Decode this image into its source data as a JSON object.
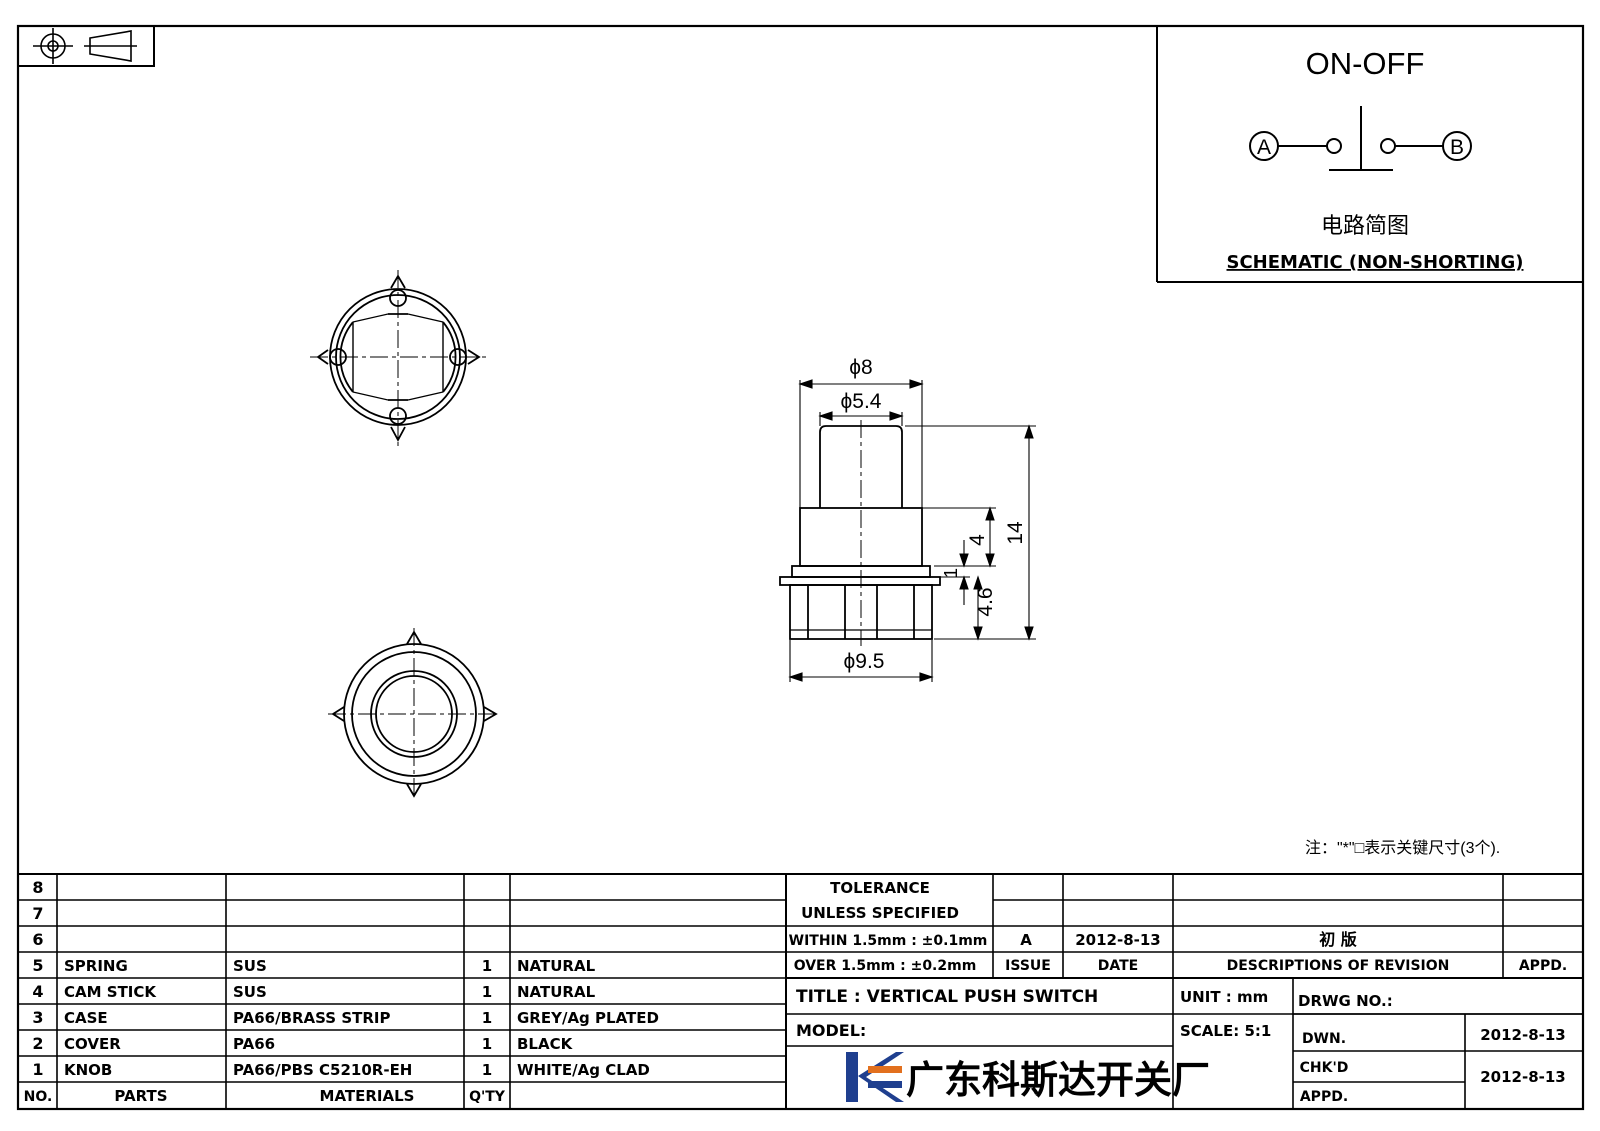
{
  "schematic": {
    "title": "ON-OFF",
    "terminal_a": "A",
    "terminal_b": "B",
    "caption_cn": "电路简图",
    "caption_en": "SCHEMATIC (NON-SHORTING)"
  },
  "dimensions": {
    "phi8": "ϕ8",
    "phi54": "ϕ5.4",
    "phi95": "ϕ9.5",
    "d14": "14",
    "d4": "4",
    "d1": "1",
    "d46": "4.6"
  },
  "note": "注：\"*\"□表示关键尺寸(3个).",
  "bom": {
    "rows": [
      {
        "no": "8",
        "part": "",
        "material": "",
        "qty": "",
        "finish": ""
      },
      {
        "no": "7",
        "part": "",
        "material": "",
        "qty": "",
        "finish": ""
      },
      {
        "no": "6",
        "part": "",
        "material": "",
        "qty": "",
        "finish": ""
      },
      {
        "no": "5",
        "part": "SPRING",
        "material": "SUS",
        "qty": "1",
        "finish": "NATURAL"
      },
      {
        "no": "4",
        "part": "CAM STICK",
        "material": "SUS",
        "qty": "1",
        "finish": "NATURAL"
      },
      {
        "no": "3",
        "part": "CASE",
        "material": "PA66/BRASS STRIP",
        "qty": "1",
        "finish": "GREY/Ag PLATED"
      },
      {
        "no": "2",
        "part": "COVER",
        "material": "PA66",
        "qty": "1",
        "finish": "BLACK"
      },
      {
        "no": "1",
        "part": "KNOB",
        "material": "PA66/PBS C5210R-EH",
        "qty": "1",
        "finish": "WHITE/Ag CLAD"
      }
    ],
    "header": {
      "no": "NO.",
      "parts": "PARTS",
      "materials": "MATERIALS",
      "qty": "Q'TY"
    }
  },
  "tolerance": {
    "line1": "TOLERANCE",
    "line2": "UNLESS  SPECIFIED",
    "line3": "WITHIN 1.5mm : ±0.1mm",
    "line4": "OVER 1.5mm : ±0.2mm"
  },
  "revision": {
    "issue": "A",
    "date": "2012-8-13",
    "description": "初 版",
    "hdr_issue": "ISSUE",
    "hdr_date": "DATE",
    "hdr_desc": "DESCRIPTIONS OF REVISION",
    "hdr_appd": "APPD."
  },
  "title_block": {
    "title": "TITLE :  VERTICAL PUSH SWITCH",
    "unit": "UNIT :  mm",
    "drwg_no": "DRWG NO.:",
    "model": "MODEL:",
    "scale": "SCALE:  5:1",
    "dwn": "DWN.",
    "dwn_date": "2012-8-13",
    "chkd": "CHK'D",
    "appd": "APPD.",
    "chk_date": "2012-8-13",
    "company": "广东科斯达开关厂"
  },
  "colors": {
    "line": "#000000",
    "logo_blue": "#1f3f8f",
    "logo_orange": "#e2701e"
  }
}
